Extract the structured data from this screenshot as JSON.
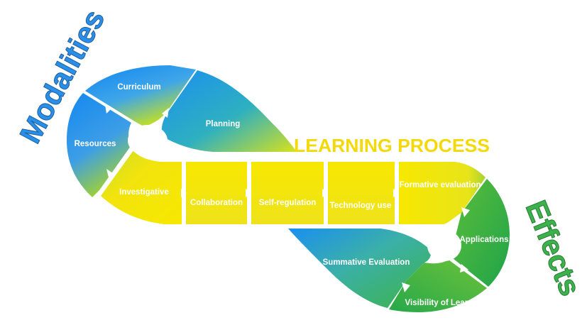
{
  "title_left": "Modalities",
  "title_center": "LEARNING PROCESS",
  "title_right": "Effects",
  "segments": {
    "curriculum": "Curriculum",
    "planning": "Planning",
    "resources": "Resources",
    "investigative": "Investigative",
    "collaboration": "Collaboration",
    "self_regulation": "Self-regulation",
    "technology_use": "Technology use",
    "formative_evaluation": "Formative evaluation",
    "applications": "Applications",
    "summative_evaluation": "Summative Evaluation",
    "visibility_of_learning": "Visibility of Learning"
  },
  "colors": {
    "blue": "#1f8ff0",
    "yellow": "#f7e600",
    "green": "#27b24a",
    "title_blue": "#2a8fe8",
    "title_yellow": "#f4d90a",
    "title_green": "#3cb24c"
  }
}
